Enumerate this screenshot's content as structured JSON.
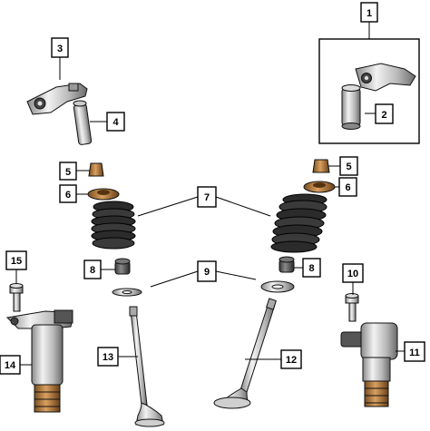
{
  "callouts": [
    {
      "id": "c1",
      "label": "1"
    },
    {
      "id": "c2",
      "label": "2"
    },
    {
      "id": "c3",
      "label": "3"
    },
    {
      "id": "c4",
      "label": "4"
    },
    {
      "id": "c5a",
      "label": "5"
    },
    {
      "id": "c5b",
      "label": "5"
    },
    {
      "id": "c6a",
      "label": "6"
    },
    {
      "id": "c6b",
      "label": "6"
    },
    {
      "id": "c7",
      "label": "7"
    },
    {
      "id": "c8a",
      "label": "8"
    },
    {
      "id": "c8b",
      "label": "8"
    },
    {
      "id": "c9",
      "label": "9"
    },
    {
      "id": "c10",
      "label": "10"
    },
    {
      "id": "c11",
      "label": "11"
    },
    {
      "id": "c12",
      "label": "12"
    },
    {
      "id": "c13",
      "label": "13"
    },
    {
      "id": "c14",
      "label": "14"
    },
    {
      "id": "c15",
      "label": "15"
    }
  ],
  "colors": {
    "ink": "#000000",
    "metal_light": "#e6e6e6",
    "metal_mid": "#b4b4b4",
    "metal_dark": "#6e6e6e",
    "rubber": "#2a2a2a",
    "copper": "#b07a3a"
  }
}
